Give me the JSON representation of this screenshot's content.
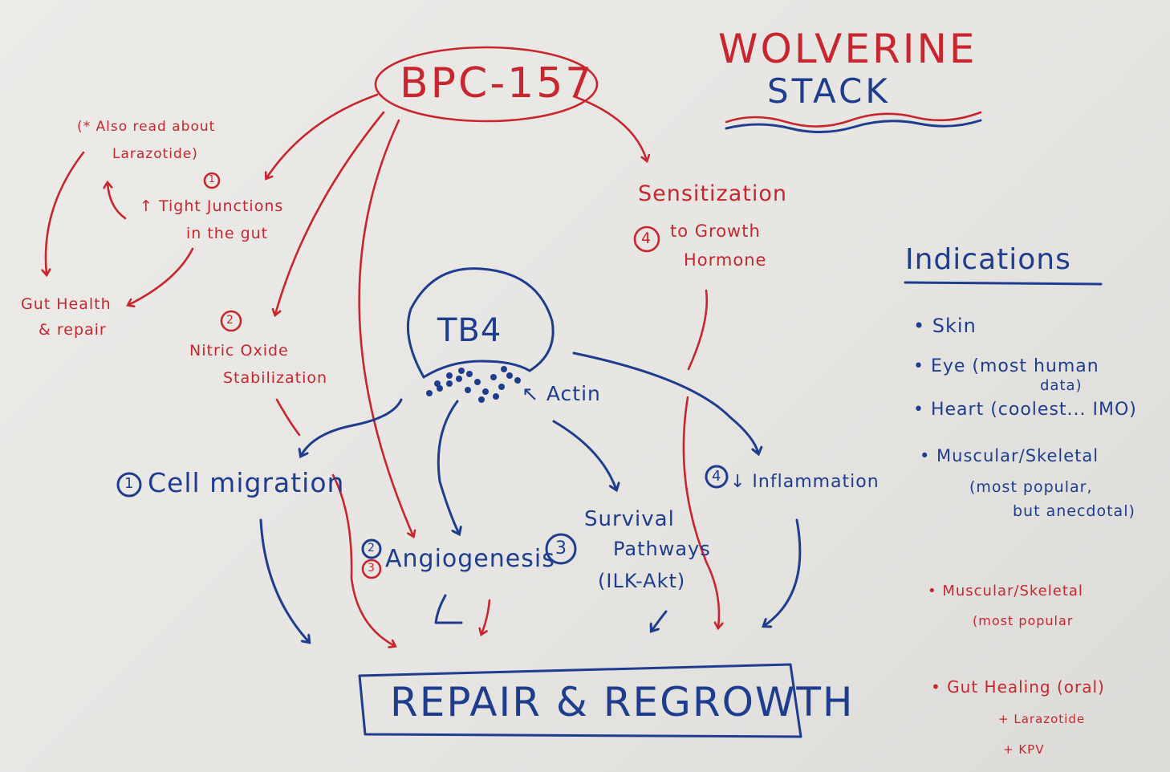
{
  "title": {
    "line1": "WOLVERINE",
    "line2": "STACK"
  },
  "bpc": {
    "label": "BPC-157",
    "note_line1": "(* Also read about",
    "note_line2": "Larazotide)",
    "tight_num": "1",
    "tight_line1": "↑ Tight Junctions",
    "tight_line2": "in the gut",
    "gut_line1": "Gut Health",
    "gut_line2": "& repair",
    "nitric_num": "2",
    "nitric_line1": "Nitric Oxide",
    "nitric_line2": "Stabilization",
    "sens_line1": "Sensitization",
    "sens_num": "4",
    "sens_line2": "to Growth",
    "sens_line3": "Hormone"
  },
  "tb4": {
    "label": "TB4",
    "actin": "↖ Actin",
    "cell_num": "1",
    "cell": "Cell migration",
    "ang_num_blue": "2",
    "ang_num_red": "3",
    "ang": "Angiogenesis",
    "surv_num": "3",
    "surv_line1": "Survival",
    "surv_line2": "Pathways",
    "surv_line3": "(ILK-Akt)",
    "inflam_num": "4",
    "inflam": "↓ Inflammation"
  },
  "repair": "REPAIR & REGROWTH",
  "indications": {
    "title": "Indications",
    "blue_items": [
      "• Skin",
      "• Eye (most human",
      "data)",
      "• Heart (coolest... IMO)",
      "• Muscular/Skeletal",
      "(most popular,",
      "but anecdotal)"
    ],
    "red_items": [
      "• Muscular/Skeletal",
      "(most popular",
      "• Gut Healing (oral)",
      "+ Larazotide",
      "+ KPV"
    ]
  },
  "colors": {
    "red_marker": "#c8262f",
    "blue_marker": "#1f3d8f",
    "paper": "#e8e7e4"
  }
}
